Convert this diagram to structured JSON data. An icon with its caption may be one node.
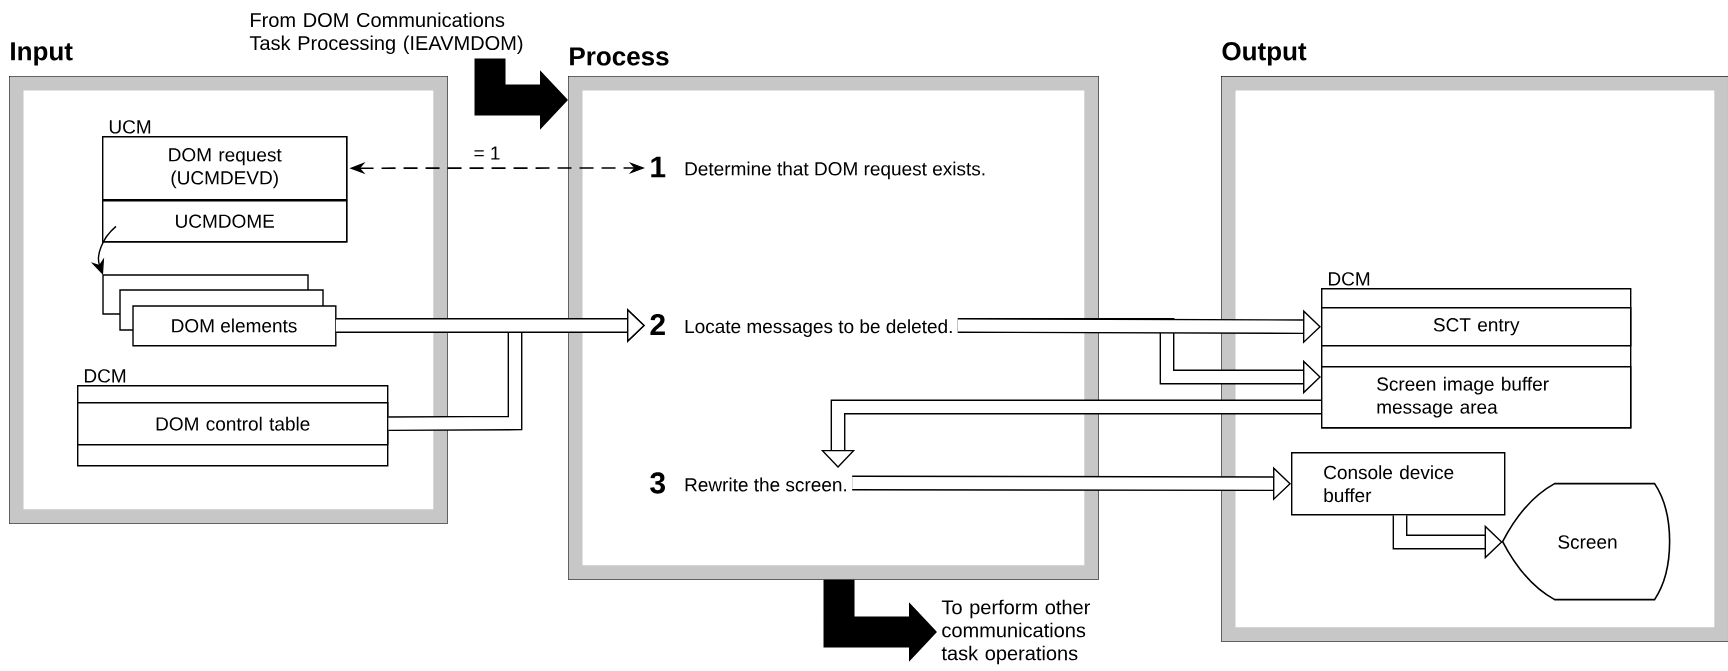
{
  "diagram": {
    "nodes": [
      {
        "text": [
          "Input"
        ]
      },
      {
        "text": [
          "Process"
        ]
      },
      {
        "text": [
          "Output"
        ]
      },
      {
        "text": [
          "UCM"
        ],
        "in": 0
      },
      {
        "text": [
          "DOM request (UCMDEVD)"
        ],
        "in": 3
      },
      {
        "text": [
          "UCMDOME"
        ],
        "in": 3
      },
      {
        "text": [
          "DOM elements"
        ],
        "in": 0
      },
      {
        "text": [
          "DCM"
        ],
        "in": 0
      },
      {
        "text": [
          "DOM control table"
        ],
        "in": 7
      },
      {
        "text": [
          "1",
          "Determine that DOM request exists."
        ],
        "in": 1
      },
      {
        "text": [
          "2",
          "Locate messages to be deleted."
        ],
        "in": 1
      },
      {
        "text": [
          "3",
          "Rewrite the screen."
        ],
        "in": 1
      },
      {
        "text": [
          "DCM"
        ],
        "in": 2
      },
      {
        "text": [
          "SCT entry"
        ],
        "in": 12
      },
      {
        "text": [
          "Screen image buffer message area"
        ],
        "in": 12
      },
      {
        "text": [
          "Console device buffer"
        ],
        "in": 2
      },
      {
        "text": [
          "Screen"
        ],
        "in": 2
      },
      {
        "text": [
          "From DOM Communications Task Processing (IEAVMDOM)"
        ]
      },
      {
        "text": [
          "To perform other communications task operations"
        ]
      }
    ],
    "edges": [
      {
        "from": 17,
        "to": 1,
        "arrow": "to",
        "style": "thick"
      },
      {
        "from": 4,
        "to": 9,
        "arrow": "both",
        "style": "dashed",
        "label": "= 1"
      },
      {
        "from": 5,
        "to": 6,
        "arrow": "to"
      },
      {
        "from": 8,
        "to": 10,
        "arrow": "to"
      },
      {
        "from": 6,
        "to": 10,
        "arrow": "to"
      },
      {
        "from": 10,
        "to": 14,
        "arrow": "to"
      },
      {
        "from": 10,
        "to": 13,
        "arrow": "to"
      },
      {
        "from": 14,
        "to": 11,
        "arrow": "to"
      },
      {
        "from": 11,
        "to": 15,
        "arrow": "to"
      },
      {
        "from": 15,
        "to": 16,
        "arrow": "to"
      },
      {
        "from": 1,
        "to": 18,
        "arrow": "to",
        "style": "thick"
      }
    ]
  }
}
